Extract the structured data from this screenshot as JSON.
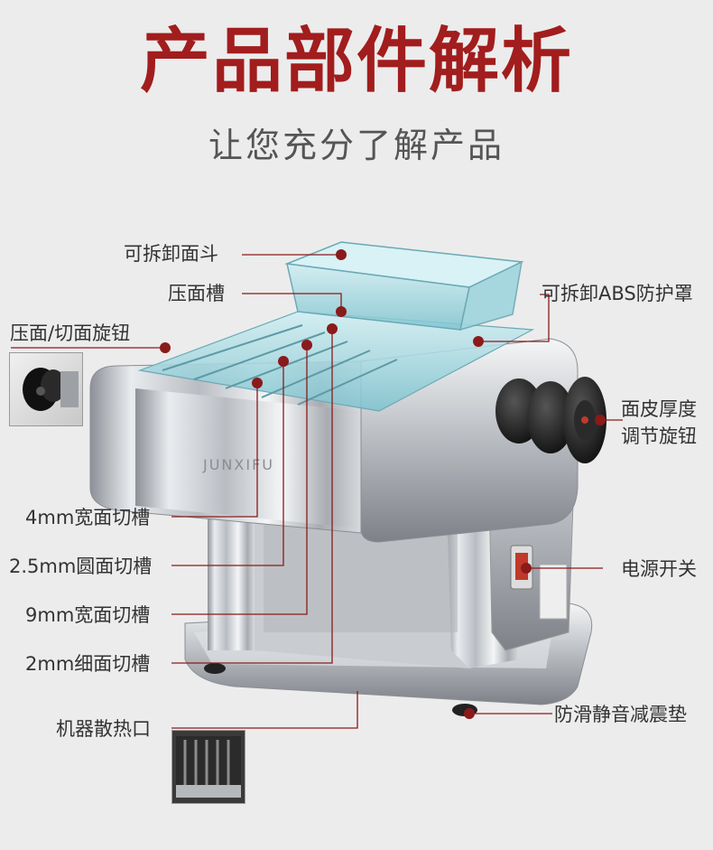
{
  "header": {
    "title": "产品部件解析",
    "subtitle": "让您充分了解产品"
  },
  "labels": {
    "hopper": "可拆卸面斗",
    "press_slot": "压面槽",
    "abs_cover": "可拆卸ABS防护罩",
    "knob": "压面/切面旋钮",
    "thickness_line1": "面皮厚度",
    "thickness_line2": "调节旋钮",
    "cut4": "4mm宽面切槽",
    "cut25": "2.5mm圆面切槽",
    "cut9": "9mm宽面切槽",
    "cut2": "2mm细面切槽",
    "power": "电源开关",
    "vent": "机器散热口",
    "feet": "防滑静音减震垫"
  },
  "product": {
    "brand": "JUNXIFU"
  },
  "colors": {
    "accent": "#a21d1d",
    "marker": "#8b1a1a",
    "line": "#8b1a1a"
  }
}
